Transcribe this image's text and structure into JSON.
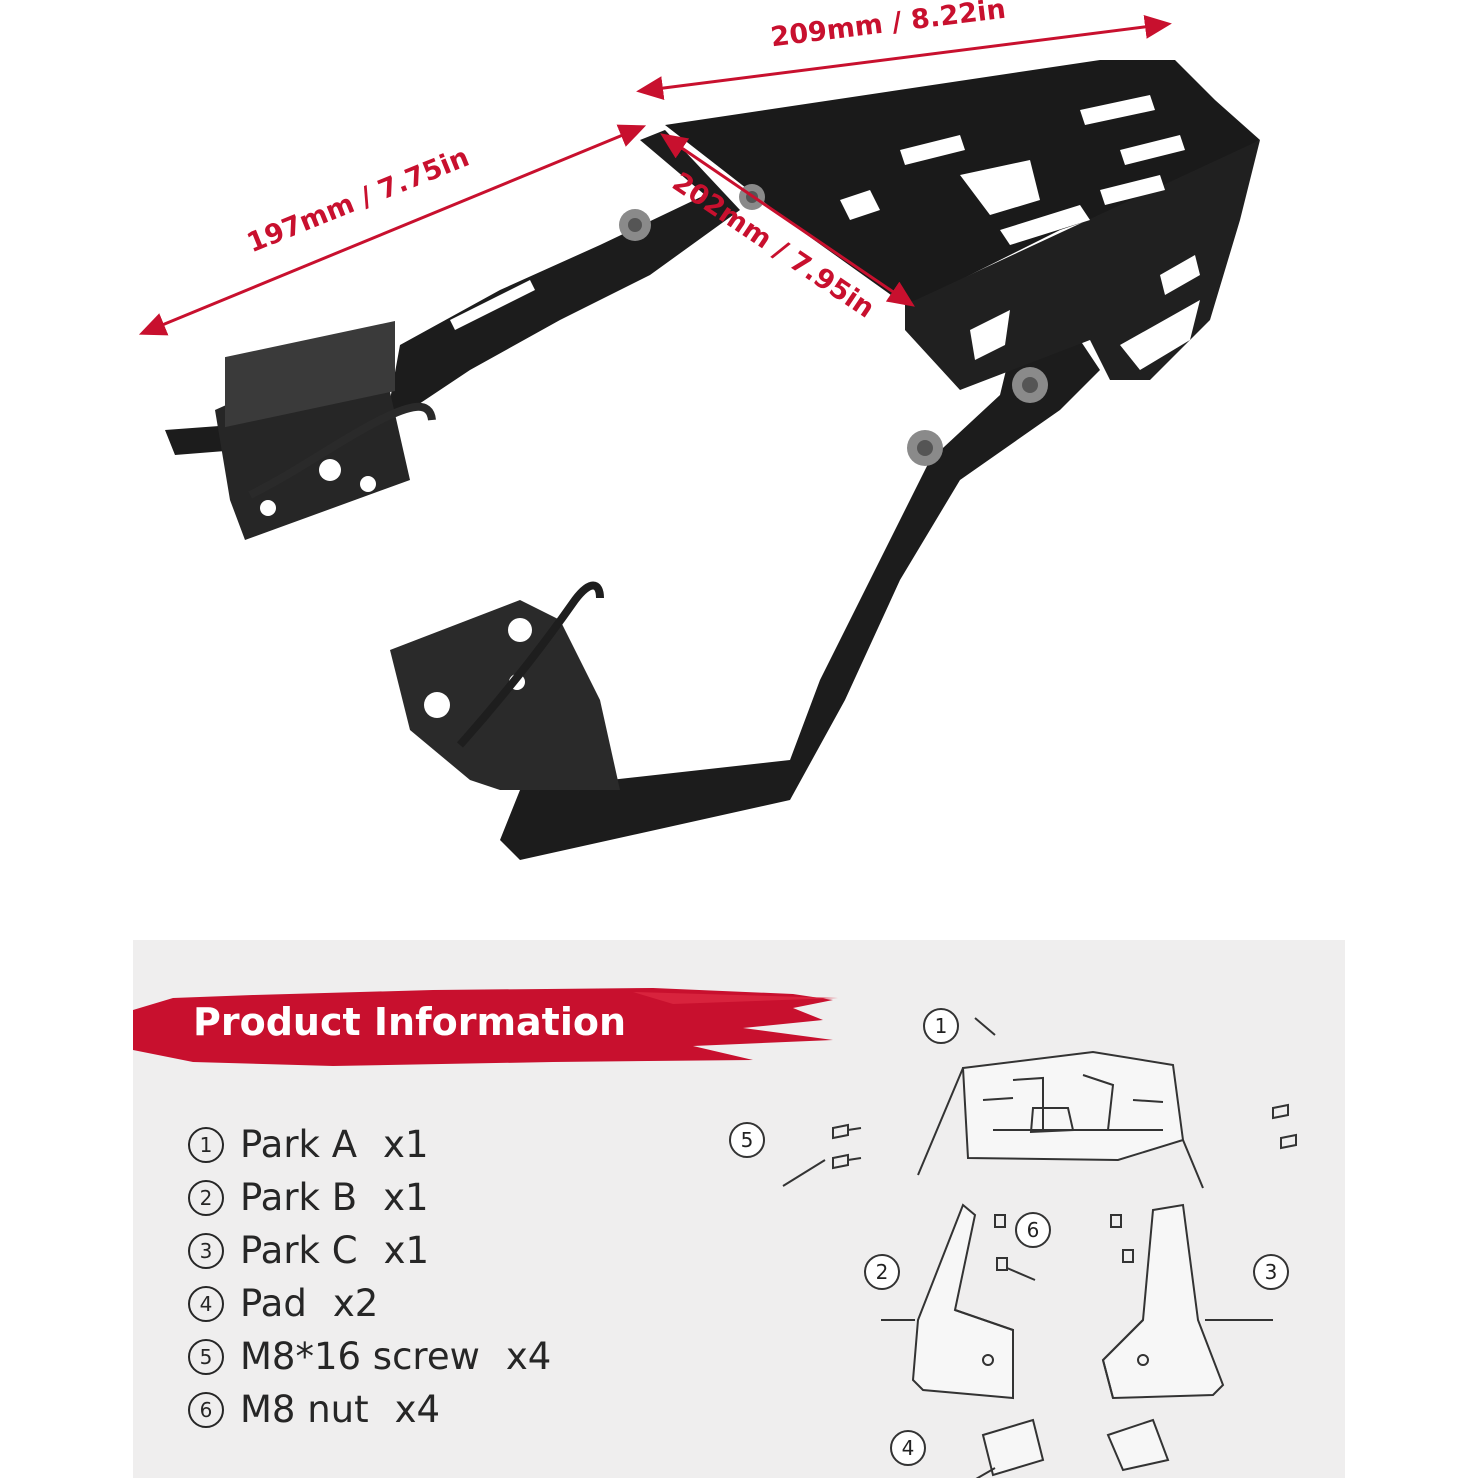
{
  "dimensions": {
    "width_label": "209mm / 8.22in",
    "length_label": "197mm / 7.75in",
    "depth_label": "202mm / 7.95in"
  },
  "info": {
    "heading": "Product Information",
    "parts": [
      {
        "num": "1",
        "name": "Park A",
        "qty": "x1"
      },
      {
        "num": "2",
        "name": "Park B",
        "qty": "x1"
      },
      {
        "num": "3",
        "name": "Park C",
        "qty": "x1"
      },
      {
        "num": "4",
        "name": "Pad",
        "qty": "x2"
      },
      {
        "num": "5",
        "name": "M8*16 screw",
        "qty": "x4"
      },
      {
        "num": "6",
        "name": "M8 nut",
        "qty": "x4"
      }
    ],
    "callouts": [
      "1",
      "2",
      "3",
      "4",
      "5",
      "6"
    ]
  },
  "colors": {
    "accent": "#c8102e",
    "panel_bg": "#efeeee",
    "metal": "#1c1c1c"
  }
}
